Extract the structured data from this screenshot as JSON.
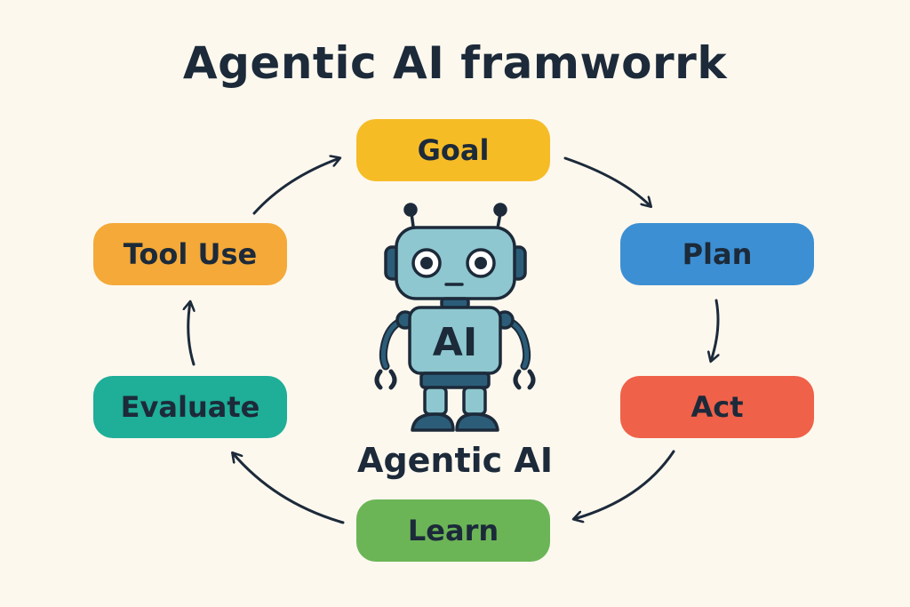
{
  "title": "Agentic AI framworrk",
  "center_label": "Agentic AI",
  "robot_badge": "AI",
  "nodes": {
    "goal": "Goal",
    "plan": "Plan",
    "act": "Act",
    "learn": "Learn",
    "evaluate": "Evaluate",
    "tool_use": "Tool Use"
  },
  "colors": {
    "background": "#fdf8ee",
    "goal": "#f6bc26",
    "plan": "#3d8fd3",
    "act": "#ef6149",
    "learn": "#6bb557",
    "evaluate": "#1fae98",
    "tool_use": "#f4a938",
    "robot_body": "#8ec7cf",
    "outline": "#1c2a3a"
  }
}
